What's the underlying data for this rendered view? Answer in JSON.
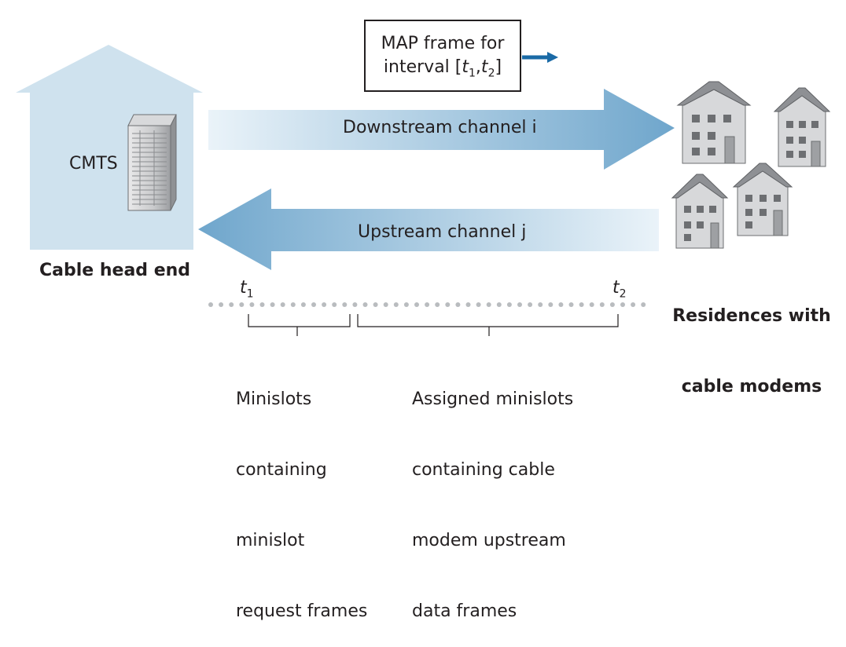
{
  "head_end": {
    "label": "Cable head end",
    "device": "CMTS"
  },
  "residences": {
    "label_line1": "Residences with",
    "label_line2": "cable modems"
  },
  "map_frame": {
    "line1": "MAP frame for",
    "line2_prefix": "interval [",
    "t1": "t",
    "t1_sub": "1",
    "sep": ",",
    "t2": "t",
    "t2_sub": "2",
    "line2_suffix": "]"
  },
  "downstream": {
    "label": "Downstream channel i"
  },
  "upstream": {
    "label": "Upstream channel j"
  },
  "timeline": {
    "t1": "t",
    "t1_sub": "1",
    "t2": "t",
    "t2_sub": "2",
    "left_bracket_text": [
      "Minislots",
      "containing",
      "minislot",
      "request frames"
    ],
    "right_bracket_text": [
      "Assigned minislots",
      "containing cable",
      "modem upstream",
      "data frames"
    ]
  },
  "colors": {
    "building": "#cfe2ee",
    "arrow_dark": "#6fa6cc",
    "arrow_light": "#eaf3f9",
    "map_arrow": "#1a6aa6",
    "dot": "#b9bcbf"
  }
}
